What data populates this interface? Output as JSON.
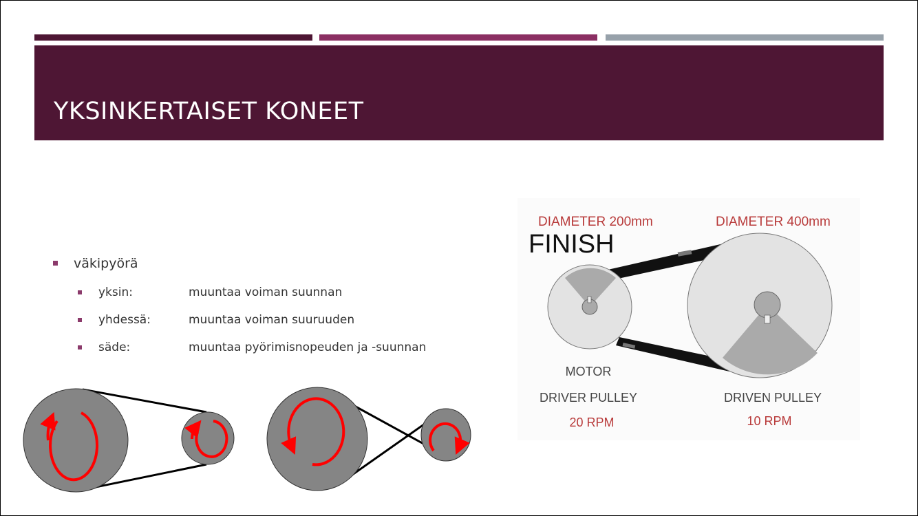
{
  "slide": {
    "title": "YKSINKERTAISET KONEET",
    "accent_colors": [
      "#4e1634",
      "#8b2f63",
      "#97a1aa"
    ],
    "bullets": {
      "main": "väkipyörä",
      "sub": [
        {
          "term": "yksin:",
          "desc": "muuntaa voiman suunnan"
        },
        {
          "term": "yhdessä:",
          "desc": "muuntaa voiman suuruuden"
        },
        {
          "term": "säde:",
          "desc": "muuntaa pyörimisnopeuden ja -suunnan"
        }
      ]
    }
  },
  "figure": {
    "finish": "FINISH",
    "driver_diameter": "DIAMETER 200mm",
    "driven_diameter": "DIAMETER 400mm",
    "motor": "MOTOR",
    "driver_label": "DRIVER PULLEY",
    "driven_label": "DRIVEN PULLEY",
    "driver_rpm": "20 RPM",
    "driven_rpm": "10 RPM"
  }
}
